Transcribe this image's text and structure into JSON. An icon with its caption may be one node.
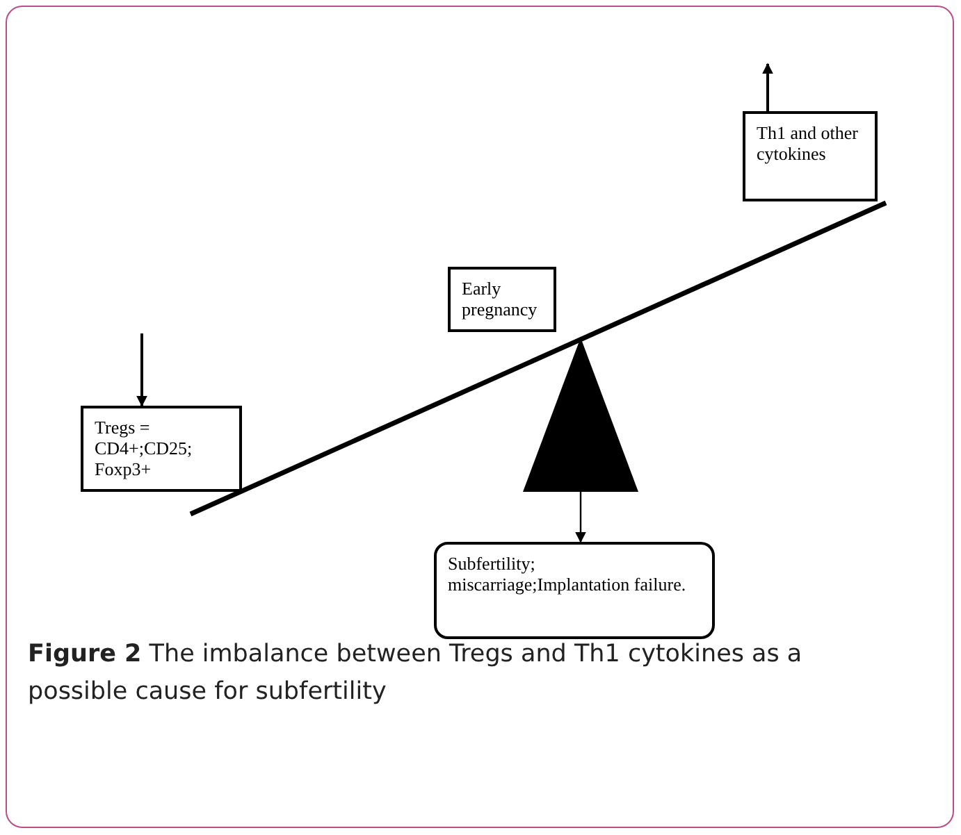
{
  "diagram": {
    "caption": "**Figure 2** The imbalance between Tregs and Th1 cytokines as a possible cause for subfertility",
    "nodes": [
      {
        "text": [
          "Tregs = CD4+;CD25; Foxp3+"
        ]
      },
      {
        "text": [
          "Early pregnancy"
        ]
      },
      {
        "text": [
          "Th1 and other cytokines"
        ]
      },
      {
        "text": [],
        "shape": "triangle"
      },
      {
        "text": [
          "Subfertility; miscarriage;Implantation failure."
        ]
      }
    ],
    "edges": [
      {
        "from": null,
        "to": 0,
        "arrow": "to"
      },
      {
        "from": 2,
        "to": null,
        "arrow": "to"
      },
      {
        "from": 3,
        "to": 4,
        "arrow": "to"
      }
    ]
  }
}
